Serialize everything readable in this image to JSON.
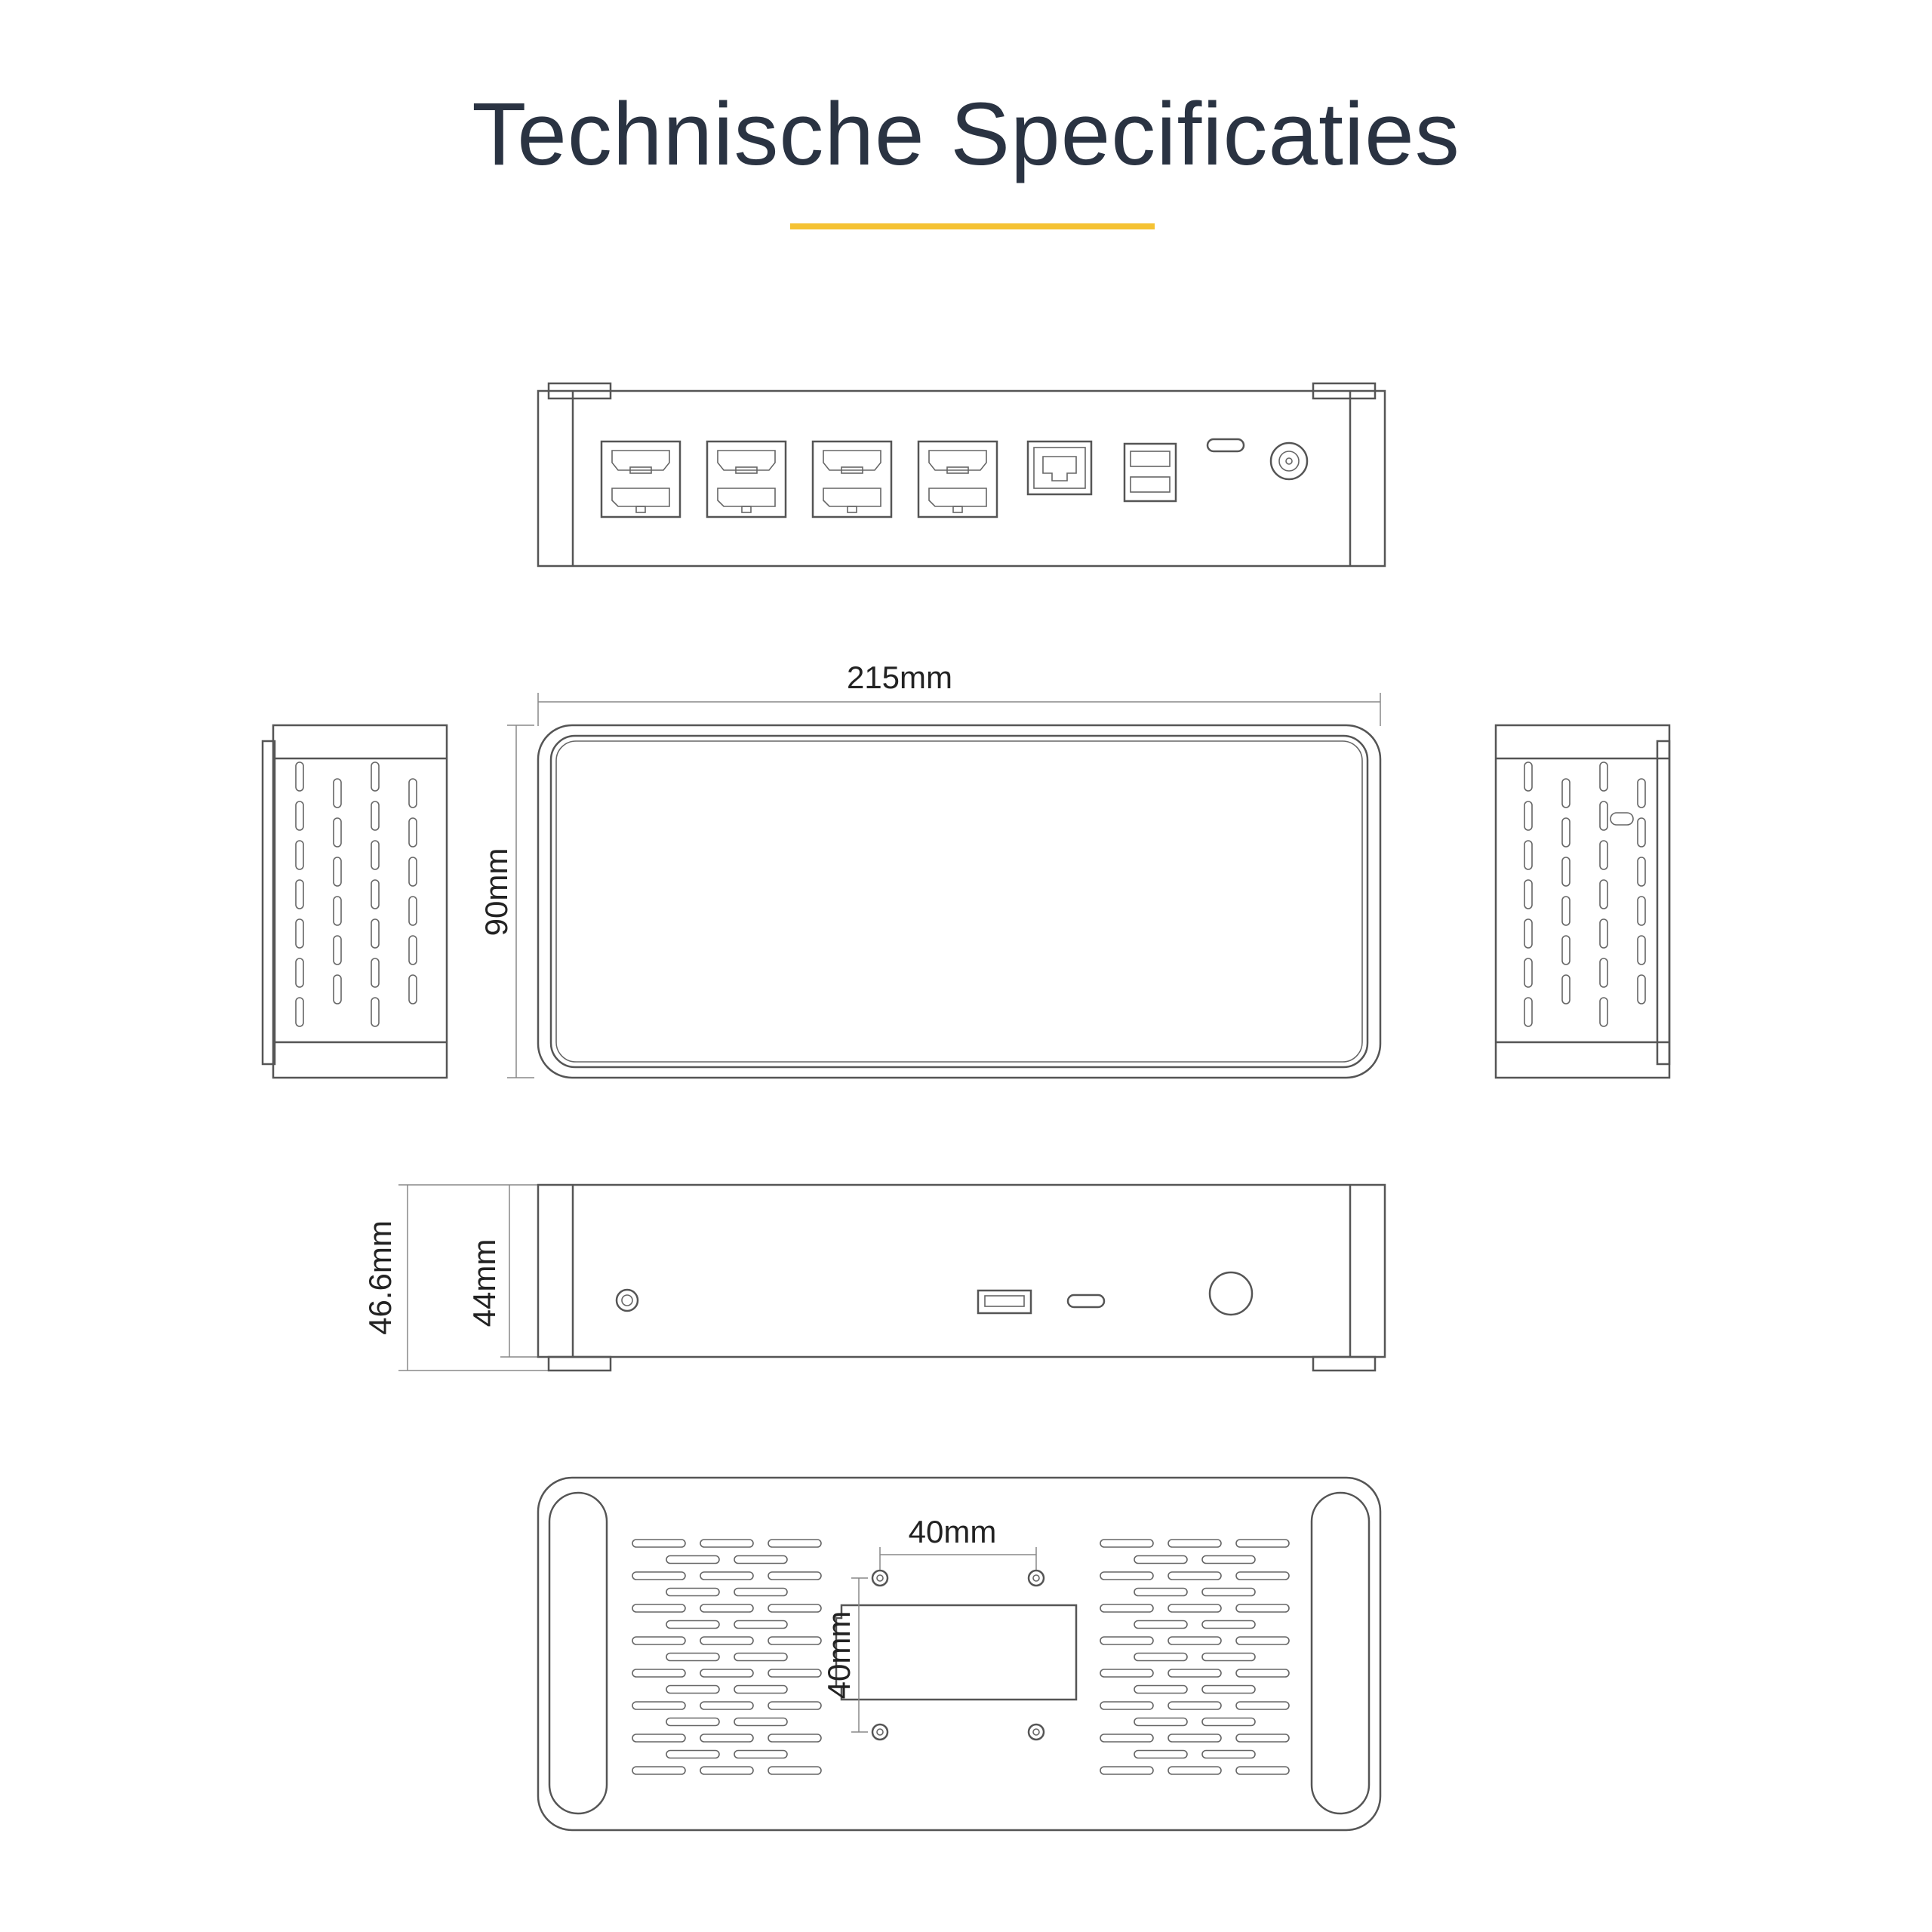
{
  "title": "Technische Specificaties",
  "colors": {
    "accent": "#f5c233",
    "title": "#2a3342",
    "lines": "#555555"
  },
  "dimensions": {
    "width": "215mm",
    "depth": "90mm",
    "height_total": "46.6mm",
    "height_body": "44mm",
    "mount_horizontal": "40mm",
    "mount_vertical": "40mm"
  },
  "views": {
    "rear": {
      "ports": [
        "hdmi-displayport",
        "hdmi-displayport",
        "hdmi-displayport",
        "hdmi-displayport",
        "ethernet",
        "usb-a-stack",
        "usb-c",
        "dc-power"
      ]
    },
    "front": {
      "ports": [
        "audio-jack",
        "usb-a",
        "usb-c",
        "power-button"
      ]
    }
  }
}
